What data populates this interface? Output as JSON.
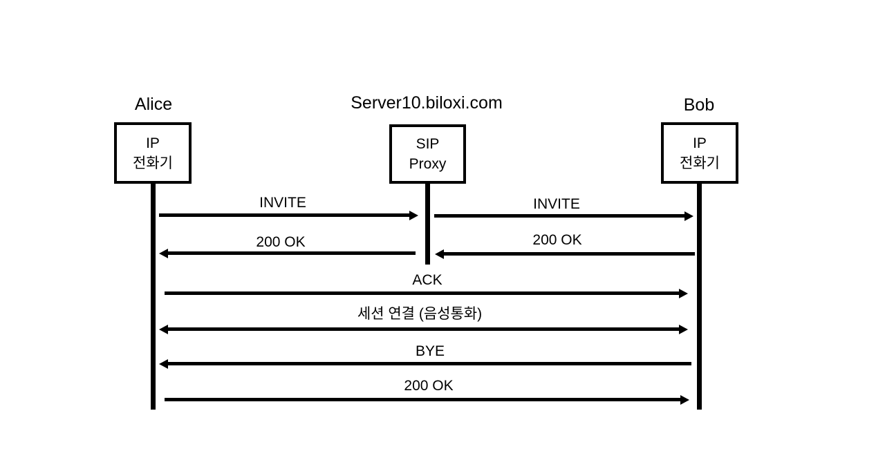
{
  "diagram": {
    "type": "sequence-diagram",
    "colors": {
      "ink": "#000000",
      "background": "#ffffff"
    },
    "actors": [
      {
        "name": "Alice",
        "box_label": "IP\n전화기"
      },
      {
        "name": "Server10.biloxi.com",
        "box_label": "SIP\nProxy"
      },
      {
        "name": "Bob",
        "box_label": "IP\n전화기"
      }
    ],
    "messages": [
      {
        "label": "INVITE",
        "from": "Alice",
        "to": "SIP Proxy",
        "direction": "right"
      },
      {
        "label": "INVITE",
        "from": "SIP Proxy",
        "to": "Bob",
        "direction": "right"
      },
      {
        "label": "200 OK",
        "from": "Bob",
        "to": "SIP Proxy",
        "direction": "left"
      },
      {
        "label": "200 OK",
        "from": "SIP Proxy",
        "to": "Alice",
        "direction": "left"
      },
      {
        "label": "ACK",
        "from": "Alice",
        "to": "Bob",
        "direction": "right"
      },
      {
        "label": "세션 연결 (음성통화)",
        "from": "Alice",
        "to": "Bob",
        "direction": "both"
      },
      {
        "label": "BYE",
        "from": "Bob",
        "to": "Alice",
        "direction": "left"
      },
      {
        "label": "200 OK",
        "from": "Alice",
        "to": "Bob",
        "direction": "right"
      }
    ]
  }
}
